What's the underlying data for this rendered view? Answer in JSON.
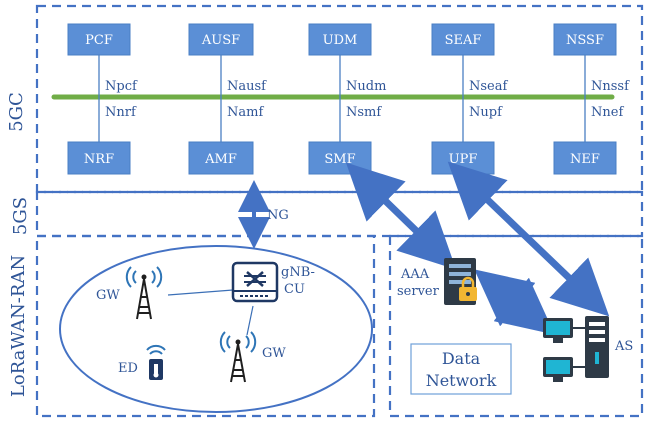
{
  "regions": {
    "core_label": "5GC",
    "system_label": "5GS",
    "ran_label": "LoRaWAN-RAN",
    "data_network_label_line1": "Data",
    "data_network_label_line2": "Network"
  },
  "top_functions": [
    {
      "name": "PCF",
      "interface": "Npcf"
    },
    {
      "name": "AUSF",
      "interface": "Nausf"
    },
    {
      "name": "UDM",
      "interface": "Nudm"
    },
    {
      "name": "SEAF",
      "interface": "Nseaf"
    },
    {
      "name": "NSSF",
      "interface": "Nnssf"
    }
  ],
  "bottom_functions": [
    {
      "name": "NRF",
      "interface": "Nnrf"
    },
    {
      "name": "AMF",
      "interface": "Namf"
    },
    {
      "name": "SMF",
      "interface": "Nsmf"
    },
    {
      "name": "UPF",
      "interface": "Nupf"
    },
    {
      "name": "NEF",
      "interface": "Nnef"
    }
  ],
  "links": {
    "ng_label": "NG"
  },
  "ran_nodes": {
    "gw_left": "GW",
    "gw_right": "GW",
    "gnb_line1": "gNB-",
    "gnb_line2": "CU",
    "ed": "ED"
  },
  "servers": {
    "aaa_line1": "AAA",
    "aaa_line2": "server",
    "as": "AS"
  },
  "colors": {
    "nf_fill": "#5b8fd6",
    "bus": "#70ad47",
    "border": "#4472c4",
    "text": "#2f5597",
    "lock": "#f2b632"
  },
  "icons": [
    "antenna-icon",
    "router-icon",
    "sensor-icon",
    "server-lock-icon",
    "computer-server-icon"
  ]
}
